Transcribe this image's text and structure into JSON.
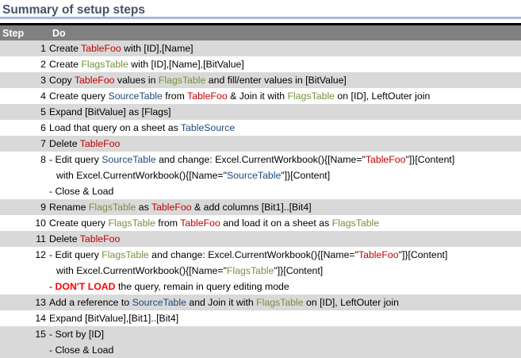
{
  "title": "Summary of setup steps",
  "headers": {
    "step": "Step",
    "do": "Do"
  },
  "colors": {
    "red": "#c00000",
    "green": "#76923c",
    "blue": "#1f497d",
    "warning": "#ff0000",
    "header_bg": "#808080",
    "band": "#d9d9d9"
  },
  "rows": [
    {
      "step": "1",
      "lines": [
        [
          {
            "t": "Create "
          },
          {
            "t": "TableFoo",
            "c": "red"
          },
          {
            "t": " with [ID],[Name]"
          }
        ]
      ]
    },
    {
      "step": "2",
      "lines": [
        [
          {
            "t": "Create "
          },
          {
            "t": "FlagsTable",
            "c": "green"
          },
          {
            "t": " with [ID],[Name],[BitValue]"
          }
        ]
      ]
    },
    {
      "step": "3",
      "lines": [
        [
          {
            "t": "Copy "
          },
          {
            "t": "TableFoo",
            "c": "red"
          },
          {
            "t": " values in "
          },
          {
            "t": "FlagsTable",
            "c": "green"
          },
          {
            "t": " and fill/enter values in [BitValue]"
          }
        ]
      ]
    },
    {
      "step": "4",
      "lines": [
        [
          {
            "t": "Create query "
          },
          {
            "t": "SourceTable",
            "c": "blue"
          },
          {
            "t": " from "
          },
          {
            "t": "TableFoo",
            "c": "red"
          },
          {
            "t": " & Join it with "
          },
          {
            "t": "FlagsTable",
            "c": "green"
          },
          {
            "t": " on [ID], LeftOuter join"
          }
        ]
      ]
    },
    {
      "step": "5",
      "lines": [
        [
          {
            "t": "Expand [BitValue] as [Flags]"
          }
        ]
      ]
    },
    {
      "step": "6",
      "lines": [
        [
          {
            "t": "Load that query on a sheet as "
          },
          {
            "t": "TableSource",
            "c": "blue"
          }
        ]
      ]
    },
    {
      "step": "7",
      "lines": [
        [
          {
            "t": "Delete "
          },
          {
            "t": "TableFoo",
            "c": "red"
          }
        ]
      ]
    },
    {
      "step": "8",
      "lines": [
        [
          {
            "t": "- Edit query "
          },
          {
            "t": "SourceTable",
            "c": "blue"
          },
          {
            "t": " and change: Excel.CurrentWorkbook(){[Name=\""
          },
          {
            "t": "TableFoo",
            "c": "red"
          },
          {
            "t": "\"]}[Content]"
          }
        ],
        [
          {
            "t": "with Excel.CurrentWorkbook(){[Name=\""
          },
          {
            "t": "SourceTable",
            "c": "blue"
          },
          {
            "t": "\"]}[Content]",
            "k": "ind"
          }
        ],
        [
          {
            "t": "- Close & Load"
          }
        ]
      ]
    },
    {
      "step": "9",
      "lines": [
        [
          {
            "t": "Rename "
          },
          {
            "t": "FlagsTable",
            "c": "green"
          },
          {
            "t": " as "
          },
          {
            "t": "TableFoo",
            "c": "red"
          },
          {
            "t": " & add columns [Bit1]..[Bit4]"
          }
        ]
      ]
    },
    {
      "step": "10",
      "lines": [
        [
          {
            "t": "Create query "
          },
          {
            "t": "FlagsTable",
            "c": "green"
          },
          {
            "t": " from "
          },
          {
            "t": "TableFoo",
            "c": "red"
          },
          {
            "t": " and load it on a sheet as "
          },
          {
            "t": "FlagsTable",
            "c": "green"
          }
        ]
      ]
    },
    {
      "step": "11",
      "lines": [
        [
          {
            "t": "Delete "
          },
          {
            "t": "TableFoo",
            "c": "red"
          }
        ]
      ]
    },
    {
      "step": "12",
      "lines": [
        [
          {
            "t": "- Edit query "
          },
          {
            "t": "FlagsTable",
            "c": "green"
          },
          {
            "t": " and change: Excel.CurrentWorkbook(){[Name=\""
          },
          {
            "t": "TableFoo",
            "c": "red"
          },
          {
            "t": "\"]}[Content]"
          }
        ],
        [
          {
            "t": "with Excel.CurrentWorkbook(){[Name=\""
          },
          {
            "t": "FlagsTable",
            "c": "green"
          },
          {
            "t": "\"]}[Content]"
          }
        ],
        [
          {
            "t": "- "
          },
          {
            "t": "DON'T LOAD",
            "c": "bred"
          },
          {
            "t": " the query, remain in query editing mode"
          }
        ]
      ]
    },
    {
      "step": "13",
      "lines": [
        [
          {
            "t": "Add a reference to "
          },
          {
            "t": "SourceTable",
            "c": "blue"
          },
          {
            "t": " and Join it with "
          },
          {
            "t": "FlagsTable",
            "c": "green"
          },
          {
            "t": " on [ID], LeftOuter join"
          }
        ]
      ]
    },
    {
      "step": "14",
      "lines": [
        [
          {
            "t": "Expand [BitValue],[Bit1]..[Bit4]"
          }
        ]
      ]
    },
    {
      "step": "15",
      "lines": [
        [
          {
            "t": "- Sort by [ID]"
          }
        ],
        [
          {
            "t": "- Close & Load"
          }
        ]
      ]
    }
  ]
}
